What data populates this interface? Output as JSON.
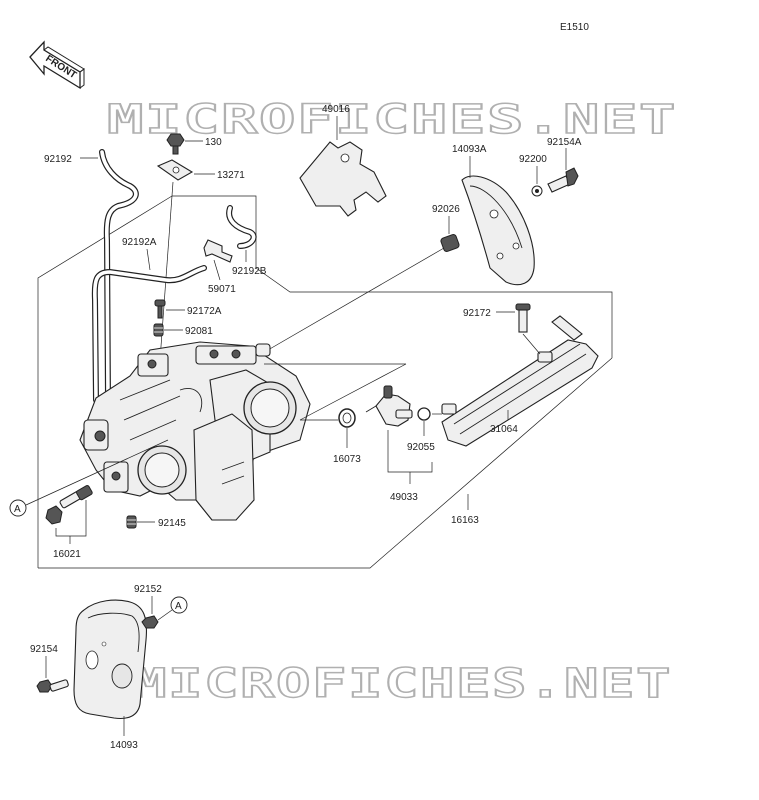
{
  "figure_code": "E1510",
  "front_label": "FRONT",
  "watermark": "MICROFICHES.NET",
  "callout_letter": "A",
  "part_labels": {
    "p130": "130",
    "p13271": "13271",
    "p92192": "92192",
    "p92192A": "92192A",
    "p92192B": "92192B",
    "p59071": "59071",
    "p92172A": "92172A",
    "p92081": "92081",
    "p49016": "49016",
    "p14093A": "14093A",
    "p92200": "92200",
    "p92154A": "92154A",
    "p92026": "92026",
    "p92172": "92172",
    "p31064": "31064",
    "p16073": "16073",
    "p92055": "92055",
    "p49033": "49033",
    "p16163": "16163",
    "p16021": "16021",
    "p92145": "92145",
    "p92152": "92152",
    "p92154": "92154",
    "p14093": "14093"
  }
}
